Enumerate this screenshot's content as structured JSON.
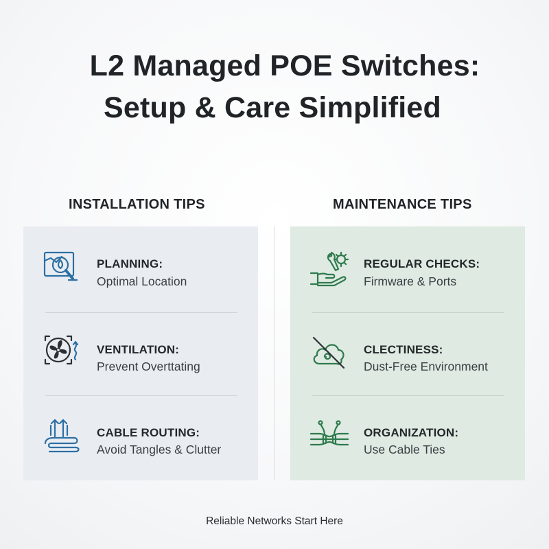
{
  "title": {
    "line1": "L2 Managed POE Switches:",
    "line2": "Setup & Care Simplified"
  },
  "installation": {
    "heading": "INSTALLATION TIPS",
    "items": [
      {
        "label": "PLANNING:",
        "desc": "Optimal Location",
        "icon": "magnifier-map-icon"
      },
      {
        "label": "VENTILATION:",
        "desc": "Prevent Overttating",
        "icon": "fan-icon"
      },
      {
        "label": "CABLE ROUTING:",
        "desc": "Avoid Tangles & Clutter",
        "icon": "cable-routing-icon"
      }
    ]
  },
  "maintenance": {
    "heading": "MAINTENANCE TIPS",
    "items": [
      {
        "label": "REGULAR CHECKS:",
        "desc": "Firmware & Ports",
        "icon": "hand-wrench-icon"
      },
      {
        "label": "CLECTINESS:",
        "desc": "Dust-Free Environment",
        "icon": "no-dust-cloud-icon"
      },
      {
        "label": "ORGANIZATION:",
        "desc": "Use Cable Ties",
        "icon": "cable-ties-icon"
      }
    ]
  },
  "footer": "Reliable Networks Start Here",
  "colors": {
    "installation_panel": "#e9edf2",
    "maintenance_panel": "#deeae2",
    "installation_icon": "#2d6fa3",
    "maintenance_icon": "#2f7a4c"
  }
}
